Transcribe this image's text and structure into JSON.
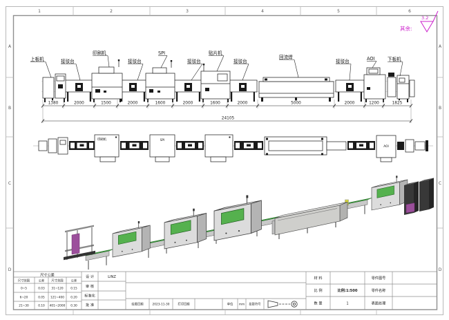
{
  "sheet": {
    "zones_top": [
      "1",
      "2",
      "3",
      "4",
      "5",
      "6"
    ],
    "zones_rows": [
      "A",
      "B",
      "C",
      "D"
    ],
    "surface_note_prefix": "其余:",
    "surface_note_value": "3.2"
  },
  "side_view": {
    "machine_labels": [
      "上板机",
      "接驳台",
      "印刷机",
      "接驳台",
      "SPI",
      "接驳台",
      "贴片机",
      "接驳台",
      "回流焊",
      "接驳台",
      "AOI",
      "下板机"
    ],
    "dims": [
      "1380",
      "2000",
      "1500",
      "2000",
      "1600",
      "2000",
      "1600",
      "2000",
      "5000",
      "2000",
      "1200",
      "1825"
    ],
    "total_dim": "24105"
  },
  "plan_view": {
    "printer_label": "印刷机",
    "spi_label": "SPI",
    "aoi_label": "AOI"
  },
  "title_block": {
    "tolerance": {
      "title": "尺寸公差",
      "col_headers": [
        "尺寸范围",
        "公差",
        "尺寸范围",
        "公差"
      ],
      "rows": [
        [
          "0~5",
          "0.03",
          "31~120",
          "0.15"
        ],
        [
          "6~20",
          "0.05",
          "121~400",
          "0.20"
        ],
        [
          "21~30",
          "0.10",
          "401~2000",
          "0.30"
        ]
      ]
    },
    "sign": {
      "design_label": "设 计",
      "design_value": "LINZ",
      "check_label": "审 核",
      "standard_label": "标准化",
      "approve_label": "批 准"
    },
    "footer": {
      "draw_date_label": "绘图日期",
      "draw_date_value": "2023-11-30",
      "print_date_label": "打印日期",
      "unit_label": "单位",
      "unit_value": "mm",
      "projection_label": "投影符号"
    },
    "info": {
      "material_label": "材 料",
      "scale_label": "比 例",
      "scale_value": "比例:1:500",
      "qty_label": "数 量",
      "qty_value": "1",
      "part_no_label": "零件图号",
      "part_name_label": "零件名称",
      "surface_label": "表面处理"
    }
  },
  "colors": {
    "annotation_magenta": "#cc22cc",
    "screen_green": "#55b14e",
    "belt_green": "#3f9e41"
  }
}
